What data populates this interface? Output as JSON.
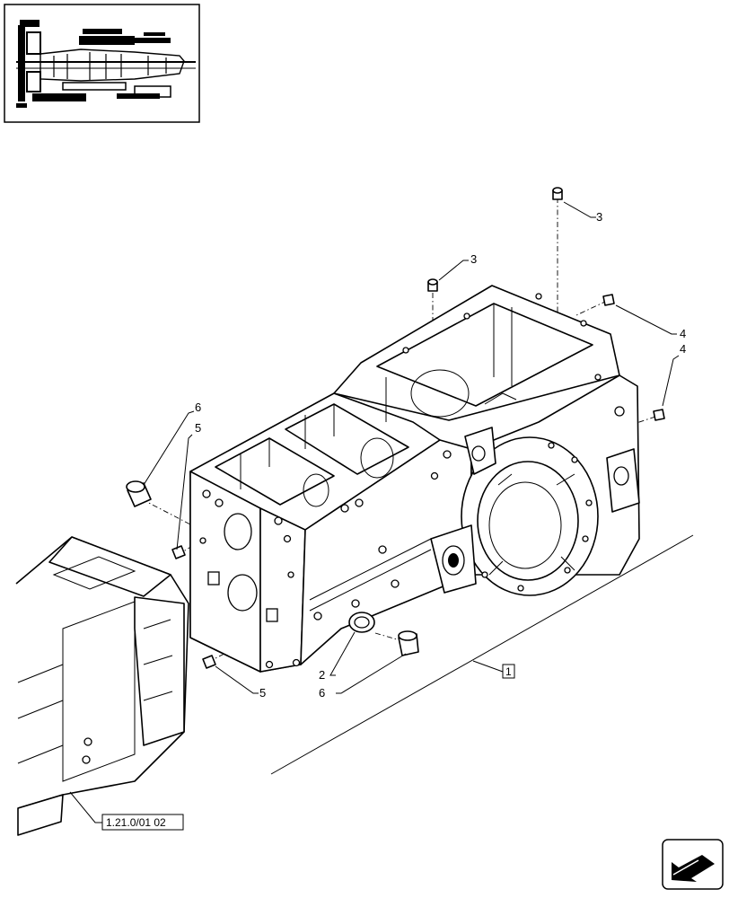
{
  "callouts": {
    "c3a": "3",
    "c3b": "3",
    "c4a": "4",
    "c4b": "4",
    "c6a": "6",
    "c5a": "5",
    "c5b": "5",
    "c2": "2",
    "c6b": "6"
  },
  "assembly_ref": "1",
  "cross_ref": "1.21.0/01 02",
  "icons": {
    "thumbnail": "transmission-section-thumbnail",
    "nav": "next-page-arrow-icon"
  }
}
